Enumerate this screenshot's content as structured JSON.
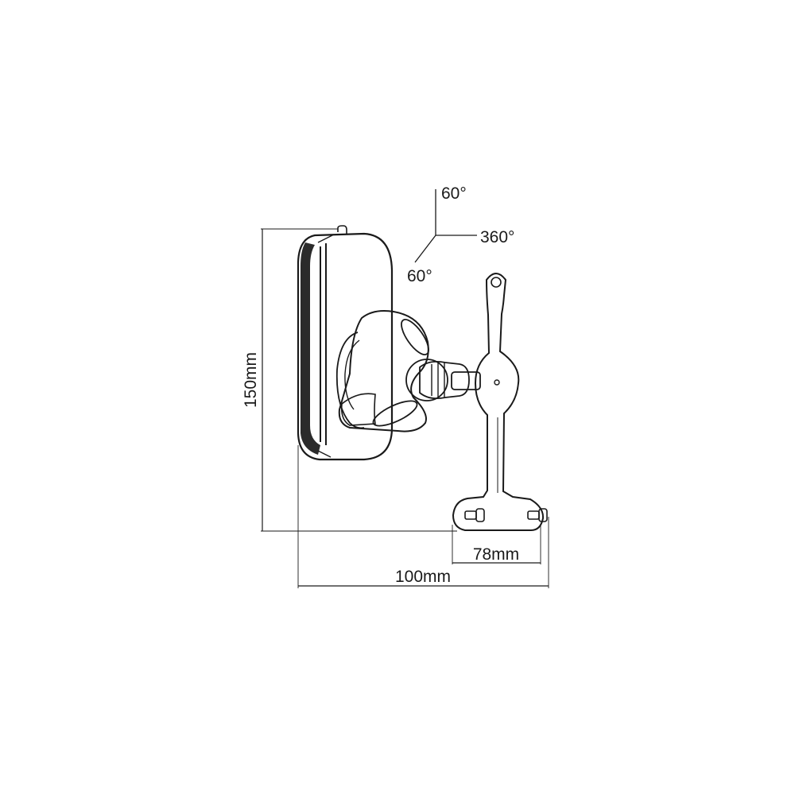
{
  "rotation": {
    "tilt_up": "60°",
    "swivel": "360°",
    "tilt_down": "60°"
  },
  "dimensions": {
    "height": "150mm",
    "plate_width": "78mm",
    "depth": "100mm"
  },
  "colors": {
    "line": "#1a1a1a",
    "fill": "#ffffff",
    "dark": "#2b2b2b"
  }
}
